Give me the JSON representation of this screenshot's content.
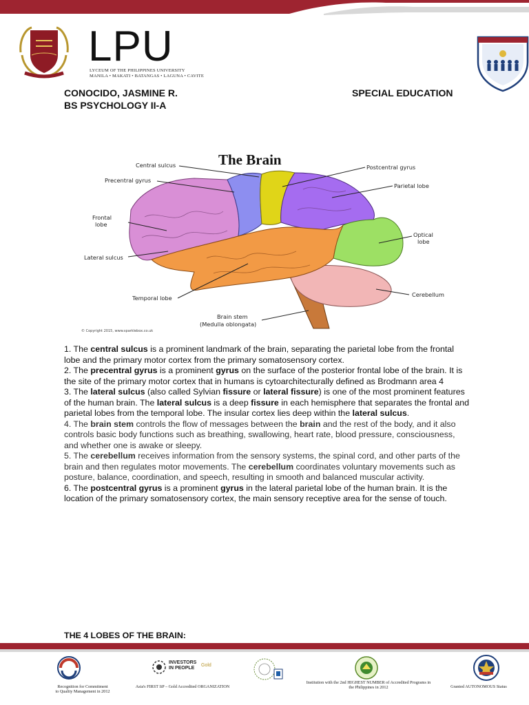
{
  "header": {
    "logo_letters": "LPU",
    "university_name": "LYCEUM OF THE PHILIPPINES UNIVERSITY",
    "campuses": "MANILA • MAKATI • BATANGAS • LAGUNA • CAVITE"
  },
  "student": {
    "name": "CONOCIDO, JASMINE R.",
    "program": "BS PSYCHOLOGY II-A",
    "department": "SPECIAL EDUCATION"
  },
  "figure": {
    "title": "The Brain",
    "labels": {
      "central_sulcus": "Central sulcus",
      "precentral_gyrus": "Precentral gyrus",
      "frontal_lobe_1": "Frontal",
      "frontal_lobe_2": "lobe",
      "lateral_sulcus": "Lateral sulcus",
      "temporal_lobe": "Temporal lobe",
      "brain_stem_1": "Brain stem",
      "brain_stem_2": "(Medulla oblongata)",
      "postcentral_gyrus": "Postcentral gyrus",
      "parietal_lobe": "Parietal lobe",
      "optical_lobe_1": "Optical",
      "optical_lobe_2": "lobe",
      "cerebellum": "Cerebellum",
      "copyright": "© Copyright 2015, www.sparklebox.co.uk"
    }
  },
  "items": {
    "i1": {
      "a": "1. The ",
      "b": "central sulcus",
      "c": " is a prominent landmark of the brain, separating the parietal lobe from the frontal lobe and the primary motor cortex from the primary somatosensory cortex."
    },
    "i2": {
      "a": "2. The ",
      "b": "precentral gyrus",
      "c": " is a prominent ",
      "d": "gyrus",
      "e": " on the surface of the posterior frontal lobe of the brain. It is the site of the primary motor cortex that in humans is cytoarchitecturally defined as Brodmann area 4"
    },
    "i3": {
      "a": "3. The ",
      "b": "lateral sulcus",
      "c": " (also called Sylvian ",
      "d": "fissure",
      "e": " or ",
      "f": "lateral fissure",
      "g": ") is one of the most prominent features of the human brain. The ",
      "h": "lateral sulcus",
      "i": " is a deep ",
      "j": "fissure",
      "k": " in each hemisphere that separates the frontal and parietal lobes from the temporal lobe. The insular cortex lies deep within the ",
      "l": "lateral sulcus",
      "m": "."
    },
    "i4": {
      "a": "4. The ",
      "b": "brain stem",
      "c": " controls the flow of messages between the ",
      "d": "brain",
      "e": " and the rest of the body, and it also controls basic body functions such as breathing, swallowing, heart rate, blood pressure, consciousness, and whether one is awake or sleepy."
    },
    "i5": {
      "a": "5. The ",
      "b": "cerebellum",
      "c": " receives information from the sensory systems, the spinal cord, and other parts of the brain and then regulates motor movements. The ",
      "d": "cerebellum",
      "e": " coordinates voluntary movements such as posture, balance, coordination, and speech, resulting in smooth and balanced muscular activity."
    },
    "i6": {
      "a": "6. The ",
      "b": "postcentral gyrus",
      "c": " is a prominent ",
      "d": "gyrus",
      "e": " in the lateral parietal lobe of the human brain. It is the location of the primary somatosensory cortex, the main sensory receptive area for the sense of touch."
    }
  },
  "section_title": "THE 4 LOBES OF THE BRAIN:",
  "footer": {
    "f1_line1": "Recognition for Commitment",
    "f1_line2": "to Quality Management in 2012",
    "f2": "Asia's FIRST IiP – Gold Accredited ORGANIZATION",
    "f2_logo_line1": "INVESTORS",
    "f2_logo_line2": "IN PEOPLE",
    "f2_logo_gold": "Gold",
    "f3_line1": "Institution with the 2nd HIGHEST NUMBER of Accredited Programs in",
    "f3_line2": "the Philippines in 2012",
    "f4": "Granted AUTONOMOUS Status"
  },
  "colors": {
    "band_red": "#9e2430",
    "band_grey": "#d8d8d8",
    "frontal": "#d98fd6",
    "precentral": "#8d8ef0",
    "postcentral": "#e0d518",
    "parietal": "#a56cf0",
    "temporal": "#f29a45",
    "occipital": "#9de064",
    "cerebellum": "#f2b6b6",
    "stem": "#c8793a"
  }
}
